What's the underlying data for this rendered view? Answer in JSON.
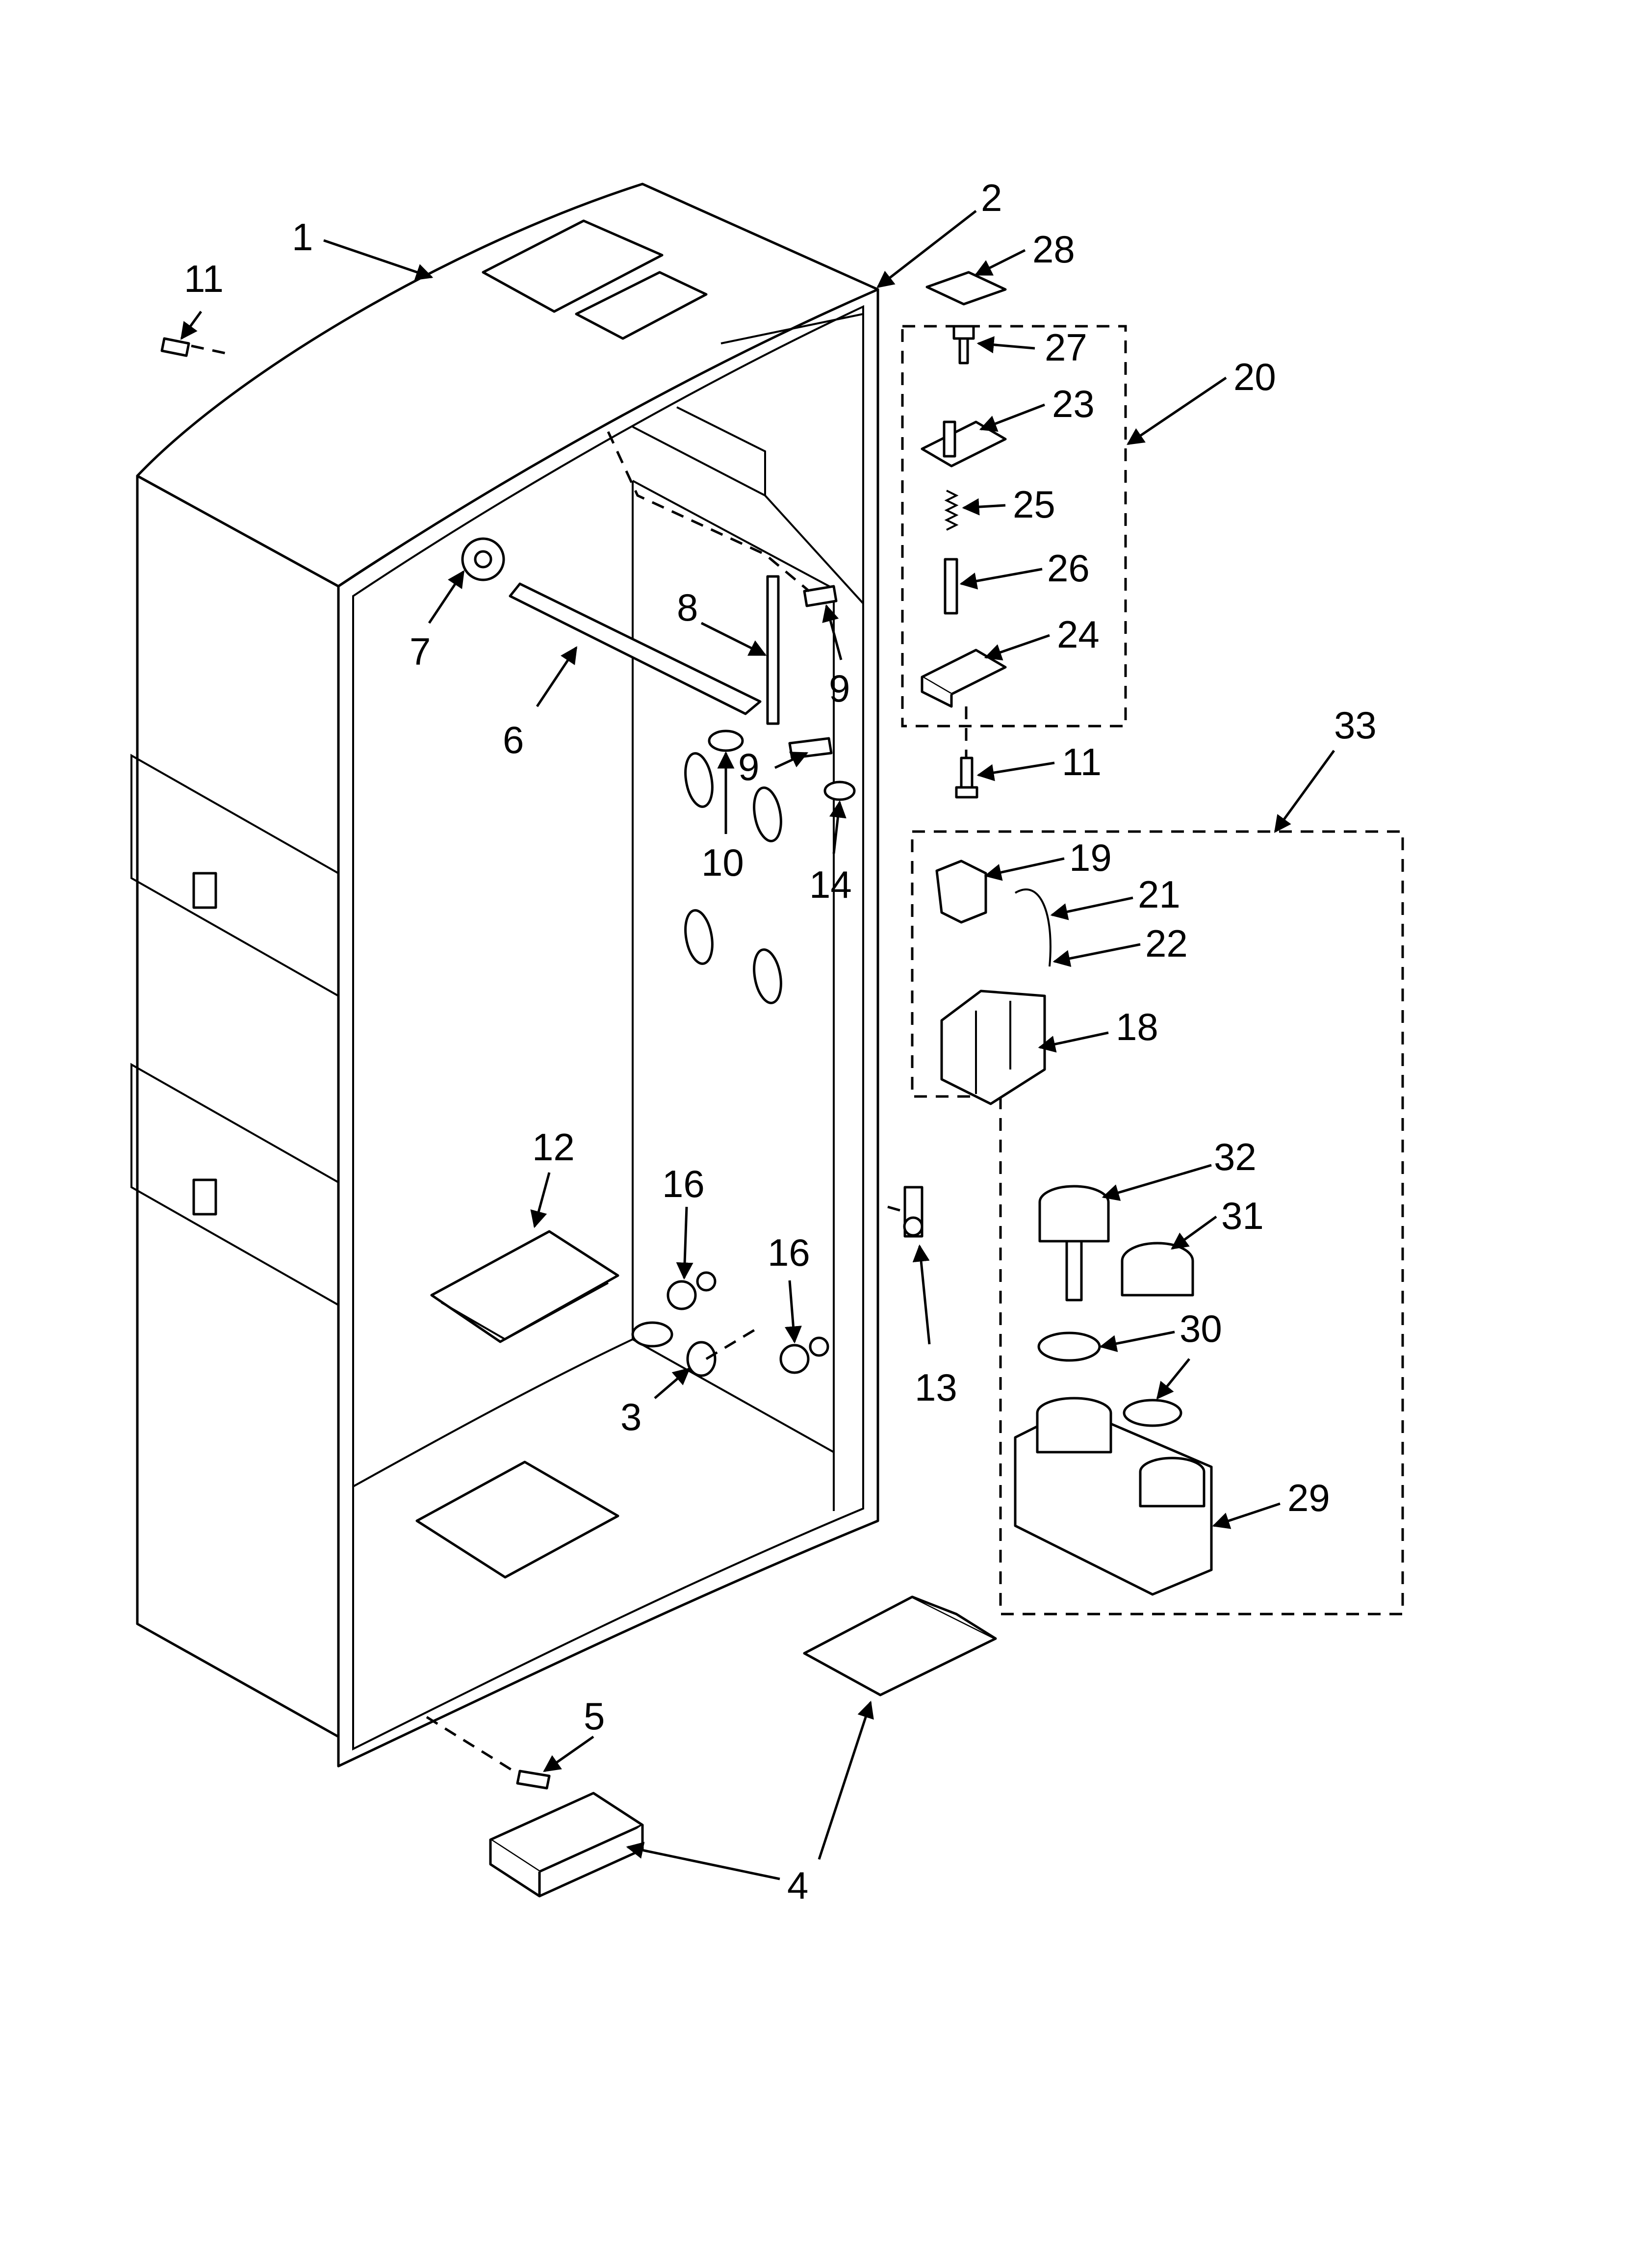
{
  "diagram": {
    "colors": {
      "line": "#000000",
      "background": "#ffffff"
    },
    "callouts": [
      {
        "id": "c1",
        "text": "1"
      },
      {
        "id": "c2",
        "text": "2"
      },
      {
        "id": "c3",
        "text": "3"
      },
      {
        "id": "c4",
        "text": "4"
      },
      {
        "id": "c5",
        "text": "5"
      },
      {
        "id": "c6",
        "text": "6"
      },
      {
        "id": "c7",
        "text": "7"
      },
      {
        "id": "c8",
        "text": "8"
      },
      {
        "id": "c9a",
        "text": "9"
      },
      {
        "id": "c9b",
        "text": "9"
      },
      {
        "id": "c10",
        "text": "10"
      },
      {
        "id": "c11a",
        "text": "11"
      },
      {
        "id": "c11b",
        "text": "11"
      },
      {
        "id": "c12",
        "text": "12"
      },
      {
        "id": "c13",
        "text": "13"
      },
      {
        "id": "c14",
        "text": "14"
      },
      {
        "id": "c16a",
        "text": "16"
      },
      {
        "id": "c16b",
        "text": "16"
      },
      {
        "id": "c18",
        "text": "18"
      },
      {
        "id": "c19",
        "text": "19"
      },
      {
        "id": "c20",
        "text": "20"
      },
      {
        "id": "c21",
        "text": "21"
      },
      {
        "id": "c22",
        "text": "22"
      },
      {
        "id": "c23",
        "text": "23"
      },
      {
        "id": "c24",
        "text": "24"
      },
      {
        "id": "c25",
        "text": "25"
      },
      {
        "id": "c26",
        "text": "26"
      },
      {
        "id": "c27",
        "text": "27"
      },
      {
        "id": "c28",
        "text": "28"
      },
      {
        "id": "c29",
        "text": "29"
      },
      {
        "id": "c30",
        "text": "30"
      },
      {
        "id": "c31",
        "text": "31"
      },
      {
        "id": "c32",
        "text": "32"
      },
      {
        "id": "c33",
        "text": "33"
      }
    ]
  }
}
